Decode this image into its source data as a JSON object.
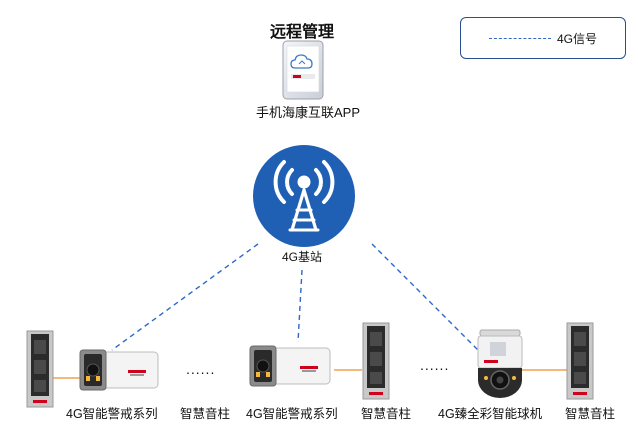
{
  "title": "远程管理",
  "app": {
    "label": "手机海康互联APP"
  },
  "base_station": {
    "label": "4G基站"
  },
  "legend": {
    "text": "4G信号"
  },
  "devices": [
    {
      "label": "4G智能警戒系列"
    },
    {
      "label": "智慧音柱"
    },
    {
      "label": "4G智能警戒系列"
    },
    {
      "label": "智慧音柱"
    },
    {
      "label": "4G臻全彩智能球机"
    },
    {
      "label": "智慧音柱"
    }
  ],
  "ellipsis": "......",
  "colors": {
    "accent": "#1f5fb4",
    "signal": "#2f68c5",
    "link": "#f0a050",
    "brand": "#d0021b"
  },
  "icons": [
    "cloud-icon",
    "signal-tower-icon",
    "bullet-camera-icon",
    "speaker-column-icon",
    "dome-camera-icon"
  ]
}
